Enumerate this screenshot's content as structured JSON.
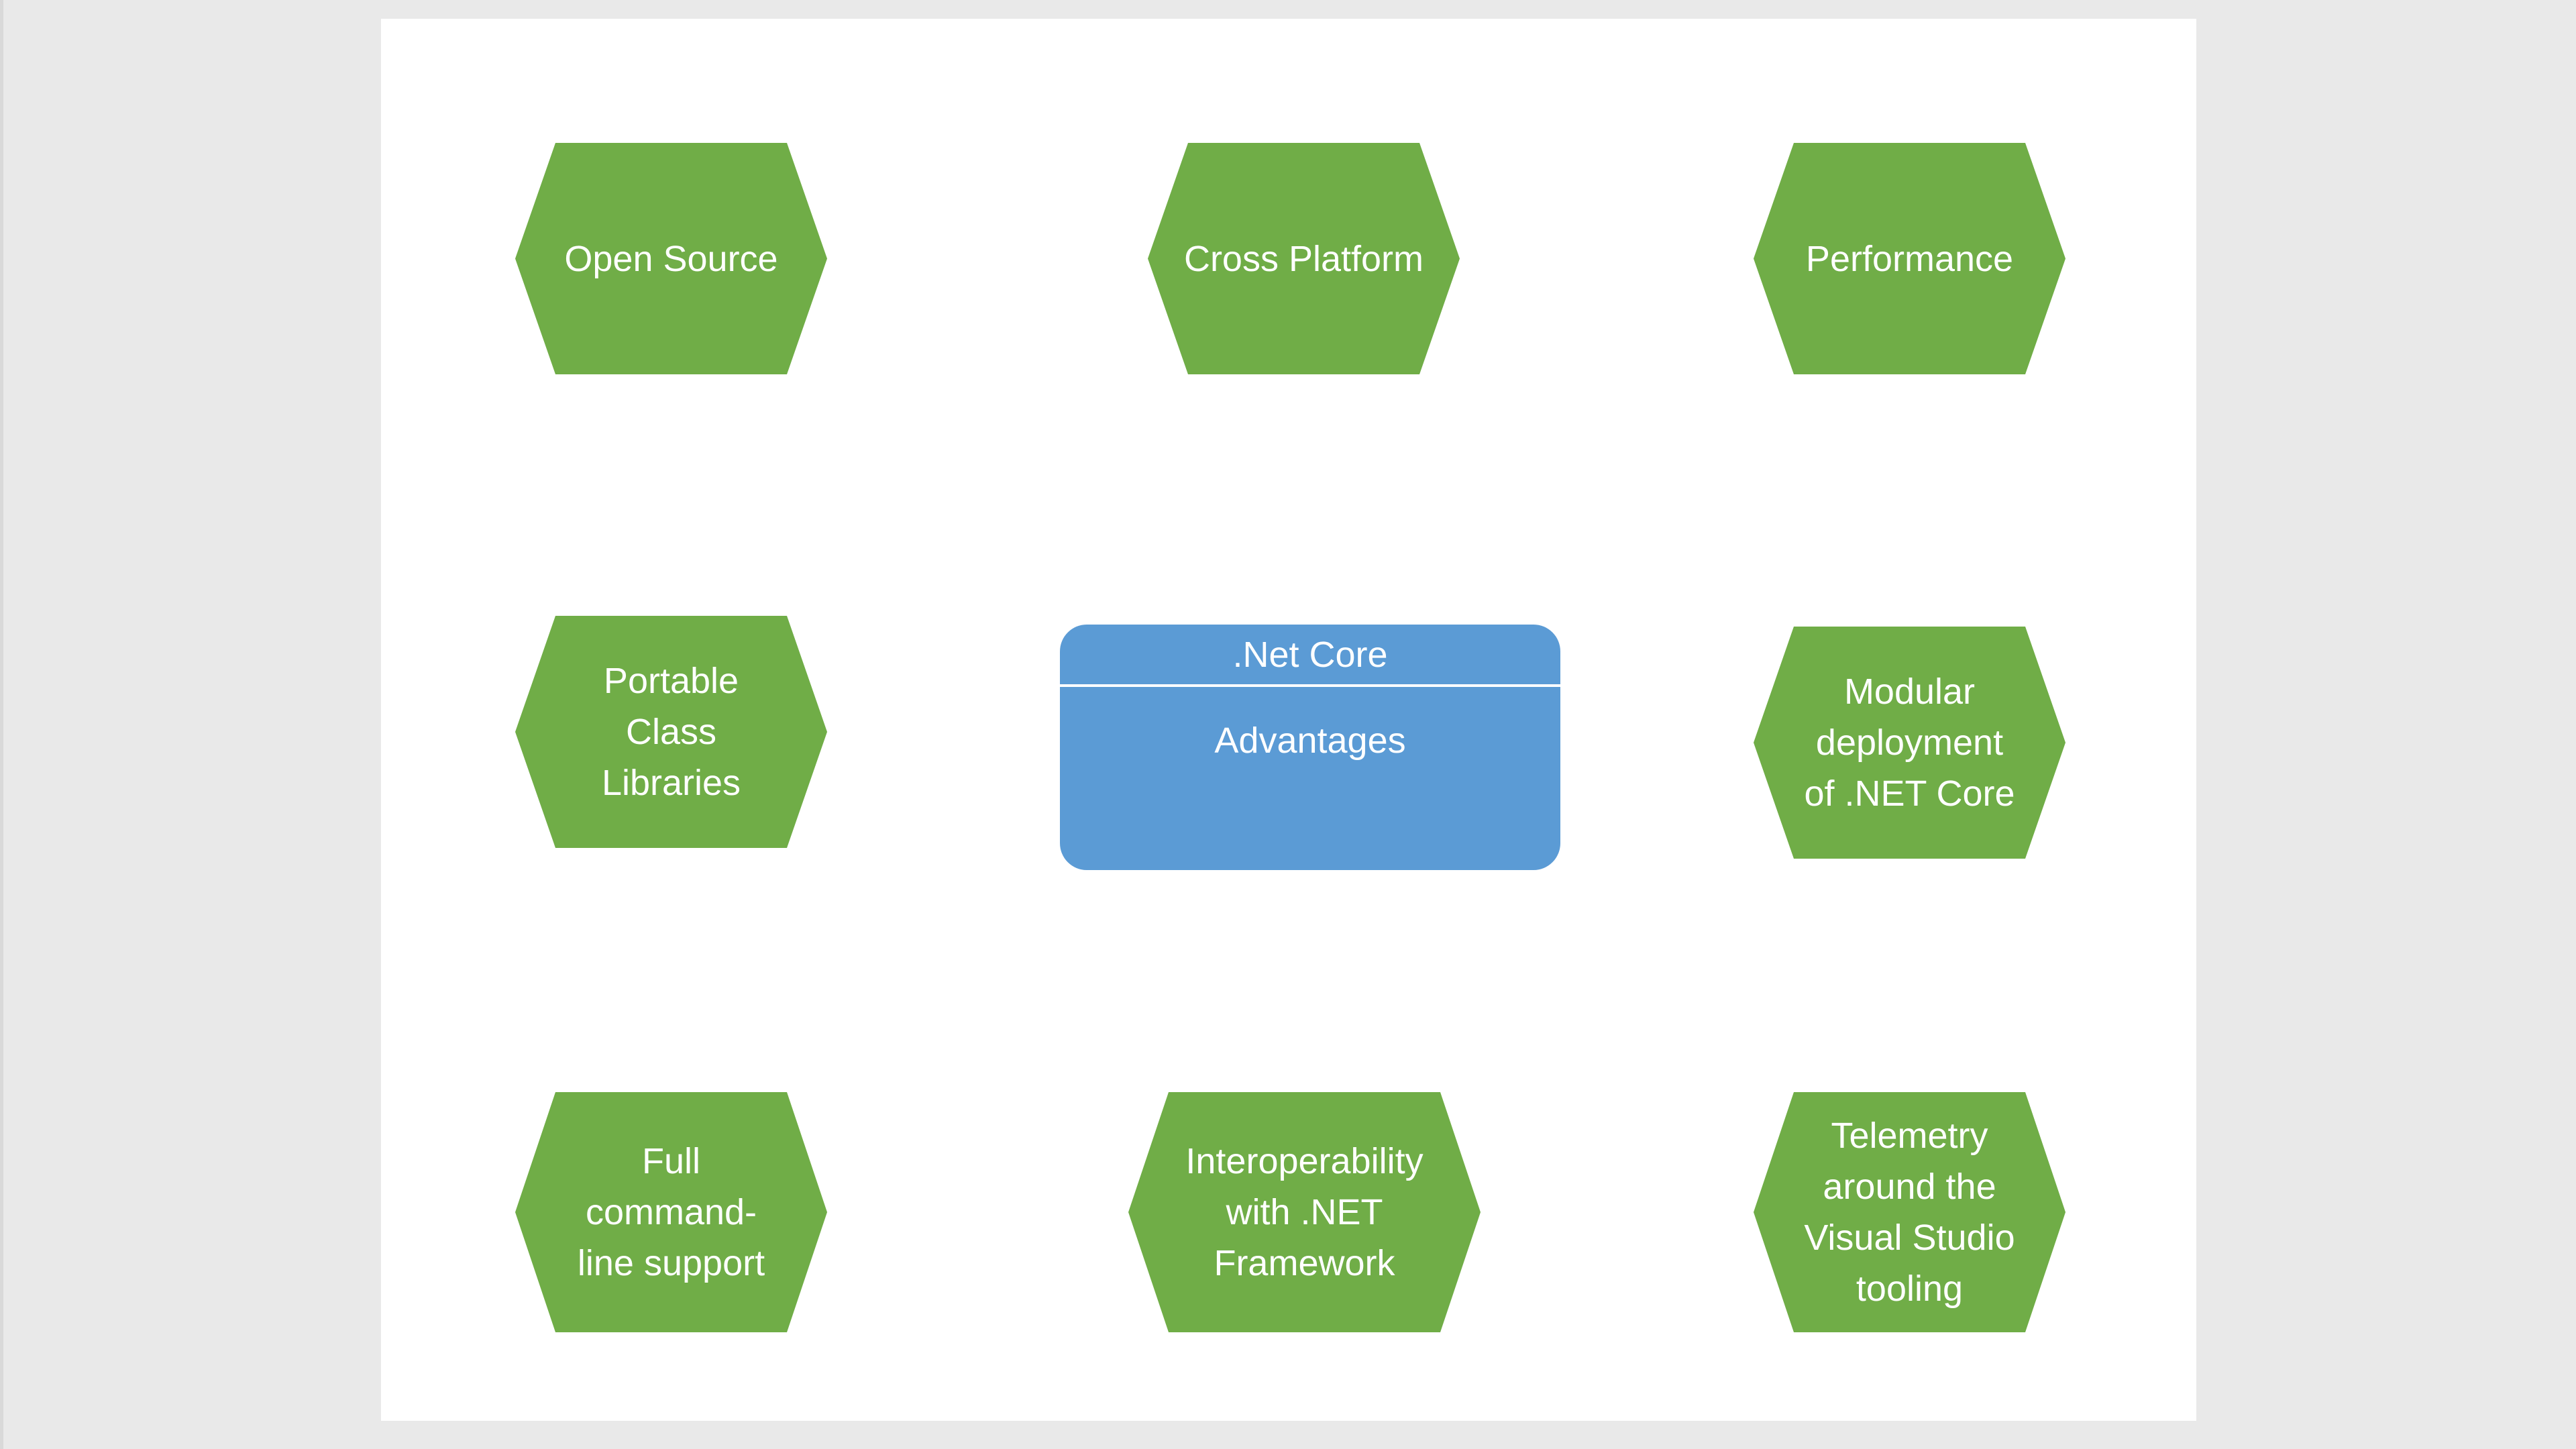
{
  "colors": {
    "page_background": "#e9e9e9",
    "slide_background": "#ffffff",
    "hexagon_fill": "#70ad47",
    "center_fill": "#5b9bd5",
    "shape_text": "#ffffff",
    "divider": "#ffffff"
  },
  "diagram": {
    "center": {
      "title": ".Net Core",
      "subtitle": "Advantages"
    },
    "hexagons": [
      {
        "id": "open-source",
        "label": "Open Source"
      },
      {
        "id": "cross-platform",
        "label": "Cross Platform"
      },
      {
        "id": "performance",
        "label": "Performance"
      },
      {
        "id": "portable-class-libraries",
        "label": "Portable\nClass\nLibraries"
      },
      {
        "id": "modular-deployment",
        "label": "Modular\ndeployment\nof .NET Core"
      },
      {
        "id": "full-command-line-support",
        "label": "Full\ncommand-\nline support"
      },
      {
        "id": "interoperability",
        "label": "Interoperability\nwith .NET\nFramework"
      },
      {
        "id": "telemetry",
        "label": "Telemetry\naround the\nVisual Studio\ntooling"
      }
    ]
  }
}
